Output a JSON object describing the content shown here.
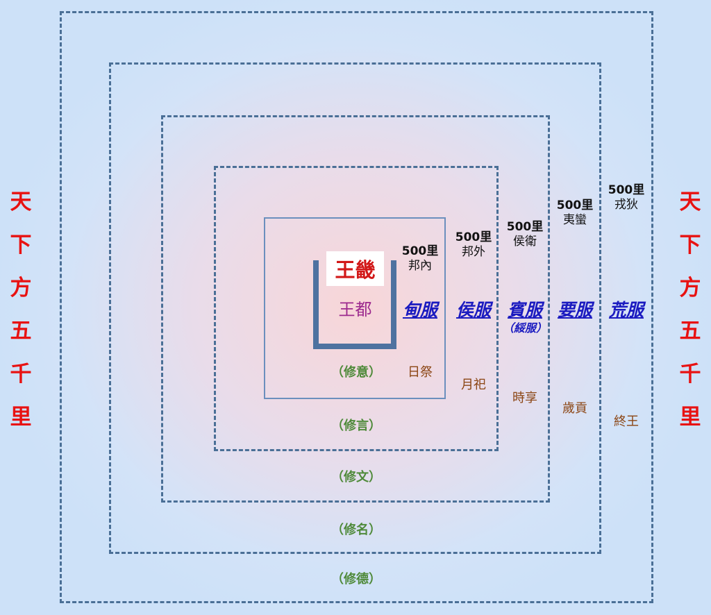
{
  "side_label": [
    "天",
    "下",
    "方",
    "五",
    "千",
    "里"
  ],
  "capital": {
    "title": "王畿",
    "city": "王都"
  },
  "zones": [
    {
      "name": "甸服",
      "distance": "500里",
      "region": "邦內",
      "tribute": "日祭"
    },
    {
      "name": "侯服",
      "distance": "500里",
      "region": "邦外",
      "tribute": "月祀"
    },
    {
      "name": "賓服",
      "alt": "（綏服）",
      "distance": "500里",
      "region": "侯衛",
      "tribute": "時享"
    },
    {
      "name": "要服",
      "distance": "500里",
      "region": "夷蠻",
      "tribute": "歲貢"
    },
    {
      "name": "荒服",
      "distance": "500里",
      "region": "戎狄",
      "tribute": "終王"
    }
  ],
  "cultivation": [
    "（修意）",
    "（修言）",
    "（修文）",
    "（修名）",
    "（修德）"
  ],
  "colors": {
    "border": "#4a6f96",
    "accent_red": "#e81212",
    "zone_blue": "#1a1ac0",
    "tribute_brown": "#8b4513",
    "cult_green": "#4f8a3a"
  }
}
